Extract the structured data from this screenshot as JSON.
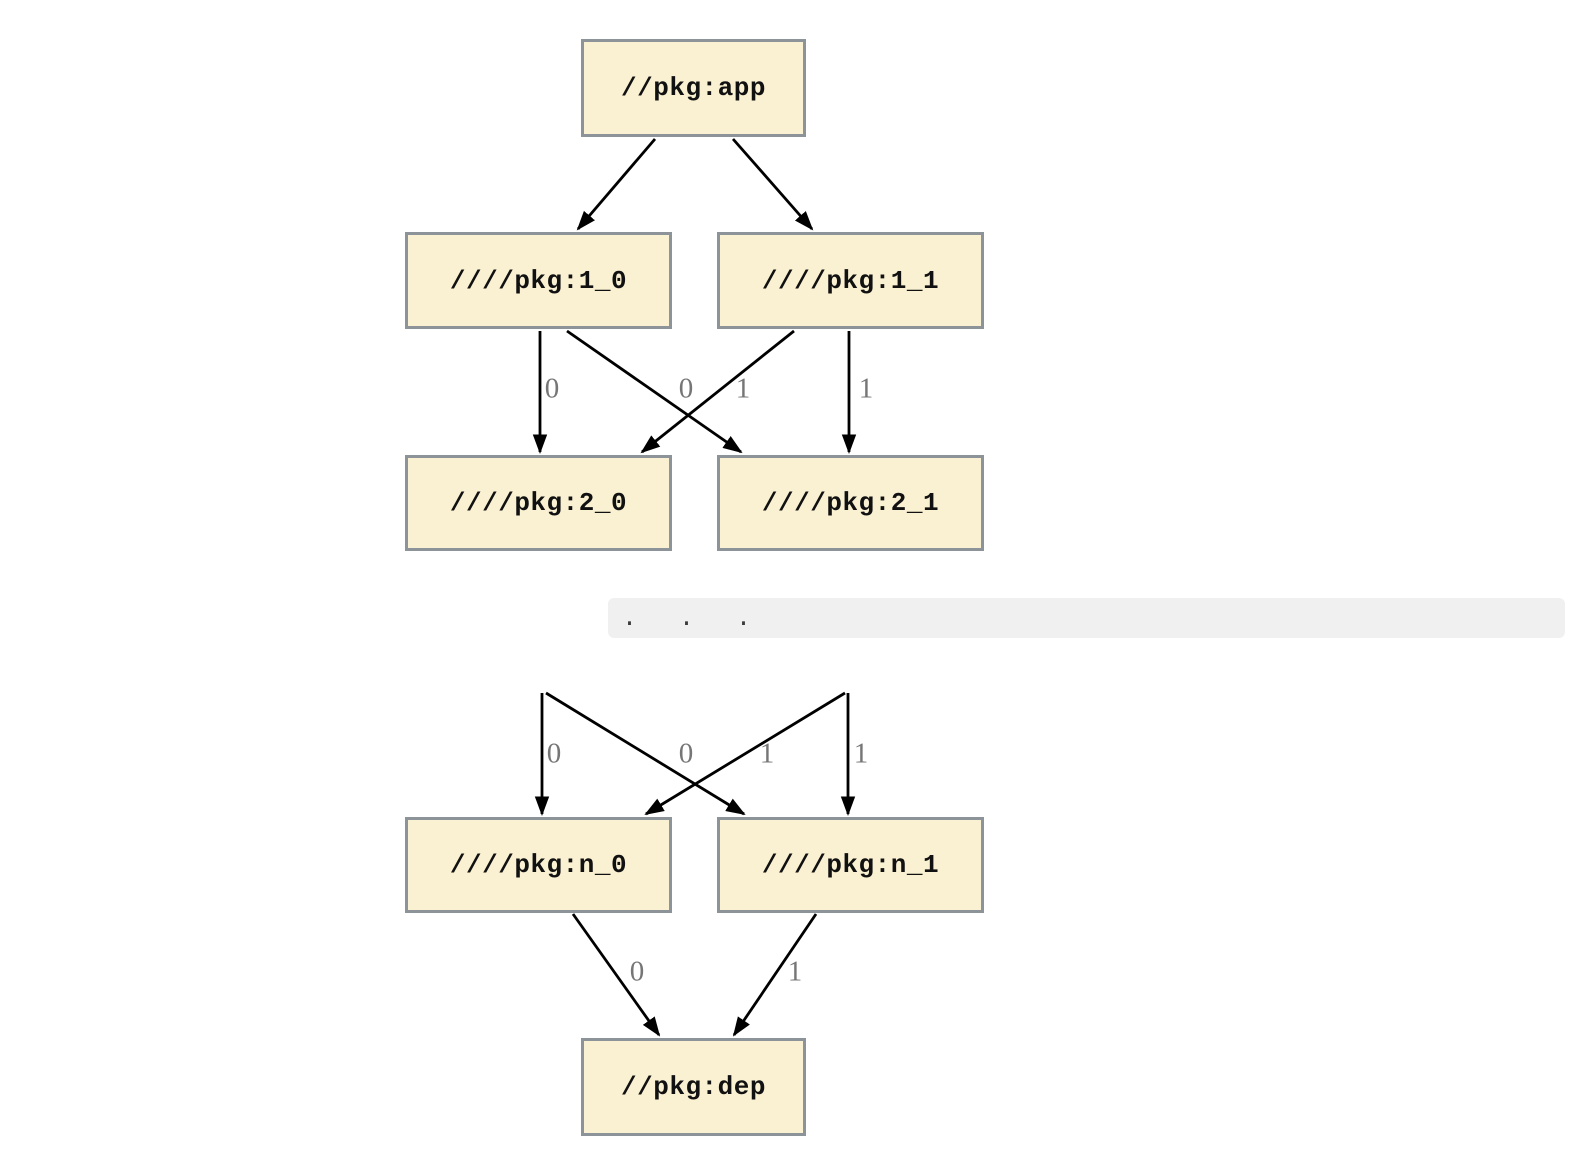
{
  "colors": {
    "node_fill": "#FAF1D3",
    "node_border": "#8C9499",
    "edge": "#000000",
    "edge_label": "#767676",
    "separator_bg": "#F0F0F0",
    "separator_text": "#3A3A3A",
    "page_bg": "#FFFFFF"
  },
  "diagram": {
    "nodes": {
      "app": {
        "label": "//pkg:app"
      },
      "l1_0": {
        "label": "////pkg:1_0"
      },
      "l1_1": {
        "label": "////pkg:1_1"
      },
      "l2_0": {
        "label": "////pkg:2_0"
      },
      "l2_1": {
        "label": "////pkg:2_1"
      },
      "ln_0": {
        "label": "////pkg:n_0"
      },
      "ln_1": {
        "label": "////pkg:n_1"
      },
      "dep": {
        "label": "//pkg:dep"
      }
    },
    "edges": [
      {
        "from": "//pkg:app",
        "to": "////pkg:1_0",
        "label": ""
      },
      {
        "from": "//pkg:app",
        "to": "////pkg:1_1",
        "label": ""
      },
      {
        "from": "////pkg:1_0",
        "to": "////pkg:2_0",
        "label": "0"
      },
      {
        "from": "////pkg:1_1",
        "to": "////pkg:2_0",
        "label": "0"
      },
      {
        "from": "////pkg:1_0",
        "to": "////pkg:2_1",
        "label": "1"
      },
      {
        "from": "////pkg:1_1",
        "to": "////pkg:2_1",
        "label": "1"
      },
      {
        "from": "…",
        "to": "////pkg:n_0",
        "label": "0"
      },
      {
        "from": "…",
        "to": "////pkg:n_0",
        "label": "0"
      },
      {
        "from": "…",
        "to": "////pkg:n_1",
        "label": "1"
      },
      {
        "from": "…",
        "to": "////pkg:n_1",
        "label": "1"
      },
      {
        "from": "////pkg:n_0",
        "to": "//pkg:dep",
        "label": "0"
      },
      {
        "from": "////pkg:n_1",
        "to": "//pkg:dep",
        "label": "1"
      }
    ],
    "edge_labels": {
      "graph1": [
        "0",
        "0",
        "1",
        "1"
      ],
      "graph2": [
        "0",
        "0",
        "1",
        "1"
      ],
      "graph3": [
        "0",
        "1"
      ]
    },
    "separator": {
      "text": ".  .  ."
    }
  }
}
